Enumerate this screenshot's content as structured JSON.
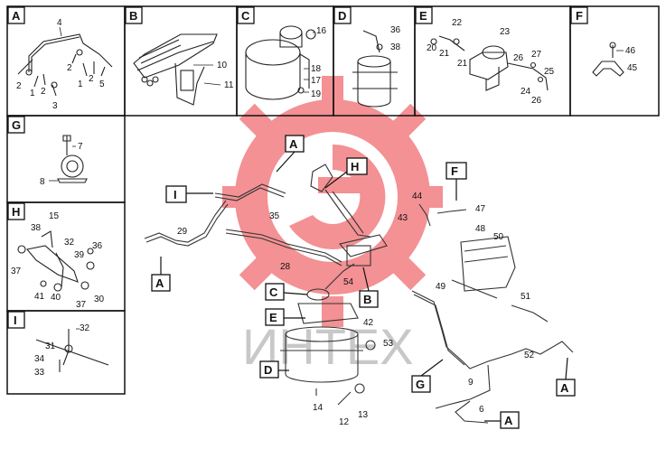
{
  "watermark": {
    "text": "ИНТЕХ",
    "gear_color": "#e8262b"
  },
  "panels": [
    {
      "letter": "A",
      "callouts": [
        "4",
        "2",
        "1",
        "2",
        "3",
        "2",
        "1",
        "2",
        "5"
      ]
    },
    {
      "letter": "B",
      "callouts": [
        "10",
        "11"
      ]
    },
    {
      "letter": "C",
      "callouts": [
        "16",
        "18",
        "17",
        "19"
      ]
    },
    {
      "letter": "D",
      "callouts": [
        "36",
        "38"
      ]
    },
    {
      "letter": "E",
      "callouts": [
        "22",
        "23",
        "20",
        "21",
        "21",
        "27",
        "26",
        "25",
        "24",
        "26"
      ]
    },
    {
      "letter": "F",
      "callouts": [
        "46",
        "45"
      ]
    },
    {
      "letter": "G",
      "callouts": [
        "7",
        "8"
      ]
    },
    {
      "letter": "H",
      "callouts": [
        "15",
        "38",
        "32",
        "39",
        "36",
        "37",
        "41",
        "40",
        "37",
        "30"
      ]
    },
    {
      "letter": "I",
      "callouts": [
        "32",
        "31",
        "34",
        "33"
      ]
    }
  ],
  "main": {
    "flags": [
      "A",
      "H",
      "I",
      "F",
      "A",
      "C",
      "B",
      "E",
      "D",
      "G",
      "A",
      "A"
    ],
    "callouts": [
      "35",
      "44",
      "43",
      "47",
      "48",
      "29",
      "50",
      "28",
      "49",
      "54",
      "51",
      "42",
      "53",
      "52",
      "9",
      "6",
      "14",
      "12",
      "13"
    ]
  }
}
